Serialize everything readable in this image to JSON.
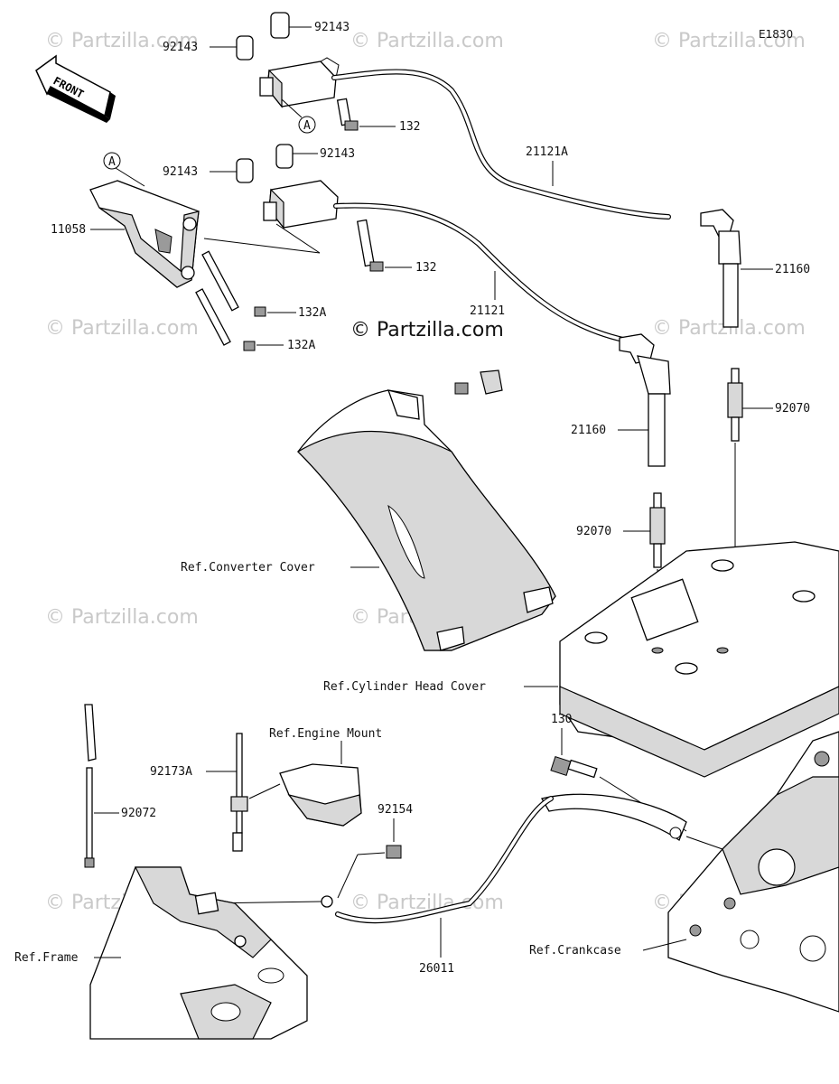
{
  "diagram_code": "E1830",
  "front_label": "FRONT",
  "watermark": "© Partzilla.com",
  "watermark_center": "© Partzilla.com",
  "callout_a": "A",
  "labels": {
    "p92143_a": "92143",
    "p92143_b": "92143",
    "p92143_c": "92143",
    "p92143_d": "92143",
    "p132_a": "132",
    "p132_b": "132",
    "p132A_a": "132A",
    "p132A_b": "132A",
    "p11058": "11058",
    "p21121A": "21121A",
    "p21121": "21121",
    "p21160_a": "21160",
    "p21160_b": "21160",
    "p92070_a": "92070",
    "p92070_b": "92070",
    "p130": "130",
    "p92173A": "92173A",
    "p92072": "92072",
    "p92154": "92154",
    "p26011": "26011"
  },
  "refs": {
    "converter_cover": "Ref.Converter Cover",
    "cylinder_head_cover": "Ref.Cylinder Head Cover",
    "engine_mount": "Ref.Engine Mount",
    "frame": "Ref.Frame",
    "crankcase": "Ref.Crankcase"
  }
}
